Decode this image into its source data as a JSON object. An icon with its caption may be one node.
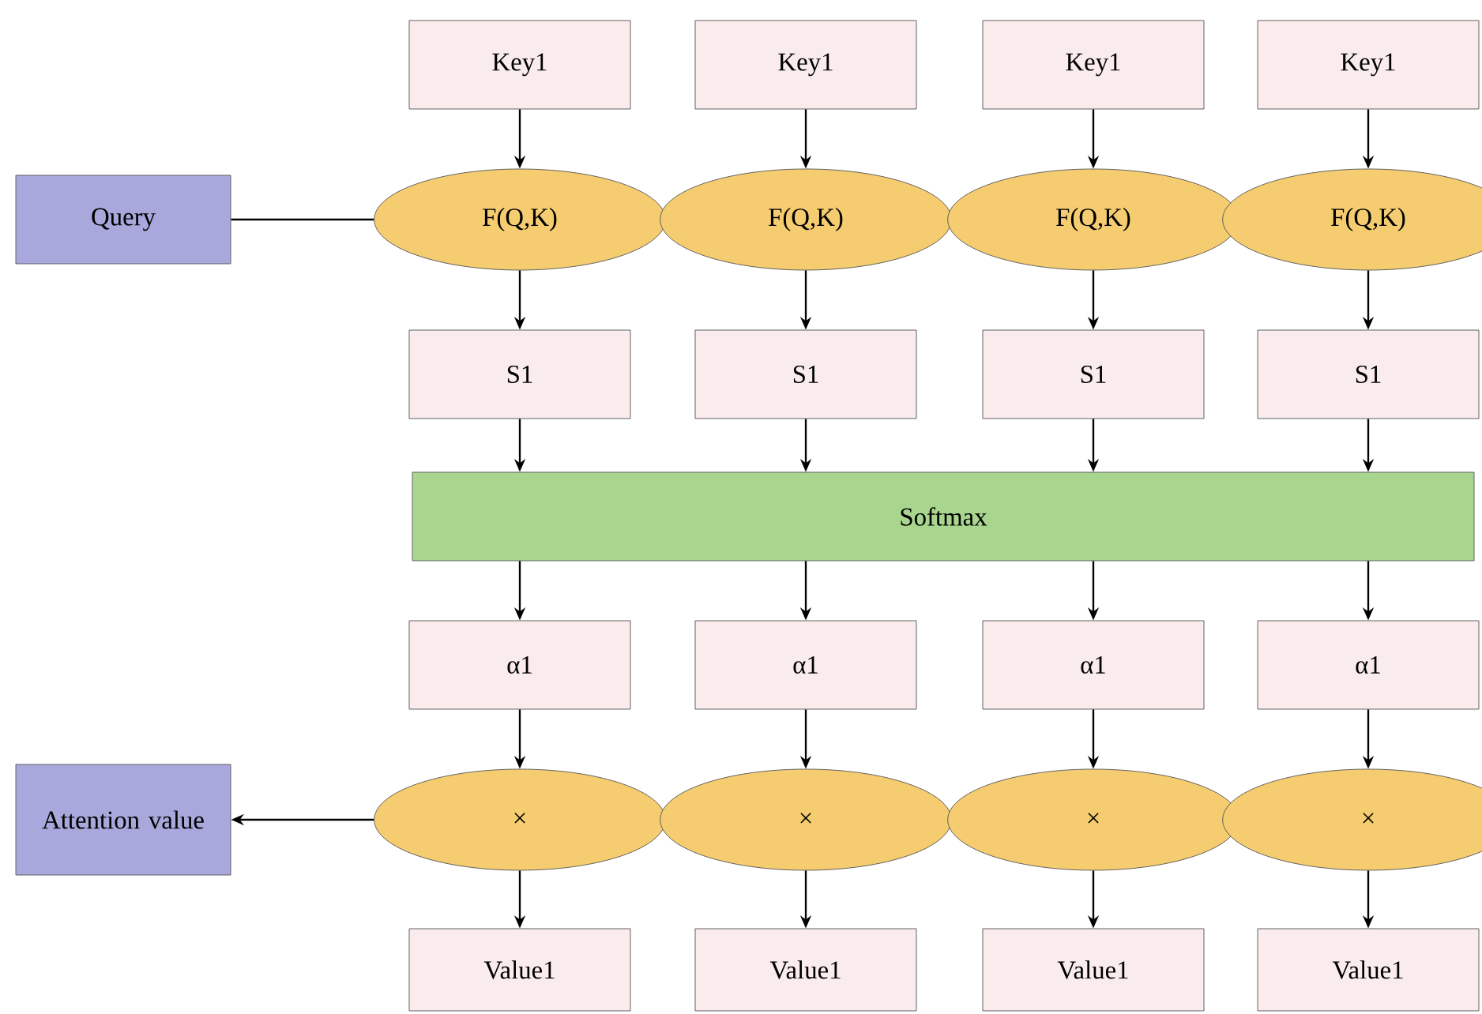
{
  "diagram": {
    "nodes": [
      {
        "text": [
          "Key1"
        ]
      },
      {
        "text": [
          "Key1"
        ]
      },
      {
        "text": [
          "Key1"
        ]
      },
      {
        "text": [
          "Key1"
        ]
      },
      {
        "text": [
          "Query"
        ]
      },
      {
        "text": [
          "F(Q,K)"
        ]
      },
      {
        "text": [
          "F(Q,K)"
        ]
      },
      {
        "text": [
          "F(Q,K)"
        ]
      },
      {
        "text": [
          "F(Q,K)"
        ]
      },
      {
        "text": [
          "S1"
        ]
      },
      {
        "text": [
          "S1"
        ]
      },
      {
        "text": [
          "S1"
        ]
      },
      {
        "text": [
          "S1"
        ]
      },
      {
        "text": [
          "Softmax"
        ]
      },
      {
        "text": [
          "α1"
        ]
      },
      {
        "text": [
          "α1"
        ]
      },
      {
        "text": [
          "α1"
        ]
      },
      {
        "text": [
          "α1"
        ]
      },
      {
        "text": [
          "Attention value"
        ]
      },
      {
        "text": [
          "×"
        ]
      },
      {
        "text": [
          "×"
        ]
      },
      {
        "text": [
          "×"
        ]
      },
      {
        "text": [
          "×"
        ]
      },
      {
        "text": [
          "Value1"
        ]
      },
      {
        "text": [
          "Value1"
        ]
      },
      {
        "text": [
          "Value1"
        ]
      },
      {
        "text": [
          "Value1"
        ]
      }
    ],
    "edges": [
      {
        "from": 0,
        "to": 5,
        "arrow": "to"
      },
      {
        "from": 1,
        "to": 6,
        "arrow": "to"
      },
      {
        "from": 2,
        "to": 7,
        "arrow": "to"
      },
      {
        "from": 3,
        "to": 8,
        "arrow": "to"
      },
      {
        "from": 4,
        "to": 5,
        "arrow": "none"
      },
      {
        "from": 5,
        "to": 9,
        "arrow": "to"
      },
      {
        "from": 6,
        "to": 10,
        "arrow": "to"
      },
      {
        "from": 7,
        "to": 11,
        "arrow": "to"
      },
      {
        "from": 8,
        "to": 12,
        "arrow": "to"
      },
      {
        "from": 9,
        "to": 13,
        "arrow": "to"
      },
      {
        "from": 10,
        "to": 13,
        "arrow": "to"
      },
      {
        "from": 11,
        "to": 13,
        "arrow": "to"
      },
      {
        "from": 12,
        "to": 13,
        "arrow": "to"
      },
      {
        "from": 13,
        "to": 14,
        "arrow": "to"
      },
      {
        "from": 13,
        "to": 15,
        "arrow": "to"
      },
      {
        "from": 13,
        "to": 16,
        "arrow": "to"
      },
      {
        "from": 13,
        "to": 17,
        "arrow": "to"
      },
      {
        "from": 14,
        "to": 19,
        "arrow": "to"
      },
      {
        "from": 15,
        "to": 20,
        "arrow": "to"
      },
      {
        "from": 16,
        "to": 21,
        "arrow": "to"
      },
      {
        "from": 17,
        "to": 22,
        "arrow": "to"
      },
      {
        "from": 19,
        "to": 18,
        "arrow": "to"
      },
      {
        "from": 19,
        "to": 23,
        "arrow": "to"
      },
      {
        "from": 20,
        "to": 24,
        "arrow": "to"
      },
      {
        "from": 21,
        "to": 25,
        "arrow": "to"
      },
      {
        "from": 22,
        "to": 26,
        "arrow": "to"
      }
    ]
  }
}
